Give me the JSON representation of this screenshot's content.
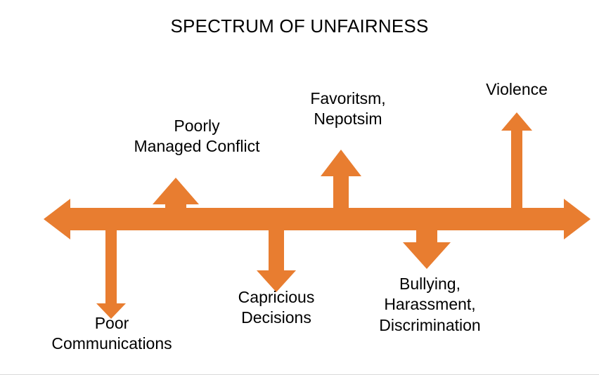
{
  "title": "SPECTRUM OF UNFAIRNESS",
  "colors": {
    "arrow_orange": "#E87D30",
    "text": "#000000",
    "background": "#FFFFFF",
    "border": "#D9D9D9"
  },
  "axis": {
    "name": "spectrum-axis",
    "description": "double-headed horizontal arrow",
    "left_arrowhead": "left",
    "right_arrowhead": "right"
  },
  "chart_data": {
    "type": "diagram",
    "title": "SPECTRUM OF UNFAIRNESS",
    "axis_label": "",
    "items": [
      {
        "label": "Poor\nCommunications",
        "direction": "down",
        "severity_rank": 1
      },
      {
        "label": "Poorly\nManaged Conflict",
        "direction": "up",
        "severity_rank": 2
      },
      {
        "label": "Capricious\nDecisions",
        "direction": "down",
        "severity_rank": 3
      },
      {
        "label": "Favoritsm,\nNepotsim",
        "direction": "up",
        "severity_rank": 4
      },
      {
        "label": "Bullying,\nHarassment,\nDiscrimination",
        "direction": "down",
        "severity_rank": 5
      },
      {
        "label": "Violence",
        "direction": "up",
        "severity_rank": 6
      }
    ]
  },
  "markers": {
    "poor_communications": "Poor\nCommunications",
    "poorly_managed_conflict": "Poorly\nManaged Conflict",
    "capricious_decisions": "Capricious\nDecisions",
    "favoritism_nepotism": "Favoritsm,\nNepotsim",
    "bullying_harassment": "Bullying,\nHarassment,\nDiscrimination",
    "violence": "Violence"
  }
}
